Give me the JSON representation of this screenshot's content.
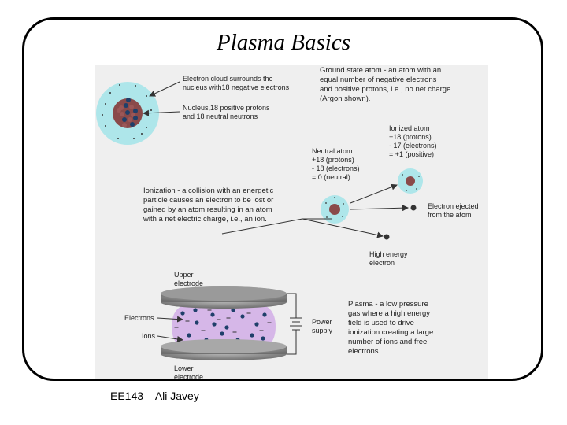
{
  "slide": {
    "title": "Plasma Basics",
    "footer": "EE143 – Ali Javey"
  },
  "figure": {
    "ground_state_text": [
      "Ground state atom - an atom with an",
      "equal number of negative electrons",
      "and positive protons, i.e., no net charge",
      "(Argon shown)."
    ],
    "electron_cloud_text": [
      "Electron cloud surrounds the",
      "nucleus with18 negative electrons"
    ],
    "nucleus_text": [
      "Nucleus,18 positive protons",
      "and 18 neutral neutrons"
    ],
    "ionized_atom_text": [
      "Ionized atom",
      "+18 (protons)",
      "- 17 (electrons)",
      "= +1 (positive)"
    ],
    "neutral_atom_text": [
      "Neutral atom",
      "+18 (protons)",
      "- 18 (electrons)",
      "= 0 (neutral)"
    ],
    "ionization_text": [
      "Ionization - a collision with an energetic",
      "particle causes an electron to be lost or",
      "gained by an atom resulting in an atom",
      "with a net electric charge, i.e., an ion."
    ],
    "electron_ejected_text": [
      "Electron ejected",
      "from the atom"
    ],
    "high_energy_text": [
      "High energy",
      "electron"
    ],
    "upper_electrode_text": [
      "Upper",
      "electrode"
    ],
    "electrons_label": "Electrons",
    "ions_label": "Ions",
    "power_supply_text": [
      "Power",
      "supply"
    ],
    "lower_electrode_text": [
      "Lower",
      "electrode"
    ],
    "plasma_text": [
      "Plasma - a low pressure",
      "gas where a high energy",
      "field is used to drive",
      "ionization creating a large",
      "number of ions and free",
      "electrons."
    ],
    "colors": {
      "cloud": "#aee6ea",
      "nucleus": "#8a4a4a",
      "ion_dot": "#1f3f6a",
      "plasma": "#d6b7e8",
      "electrode": "#8c8c8c"
    }
  }
}
